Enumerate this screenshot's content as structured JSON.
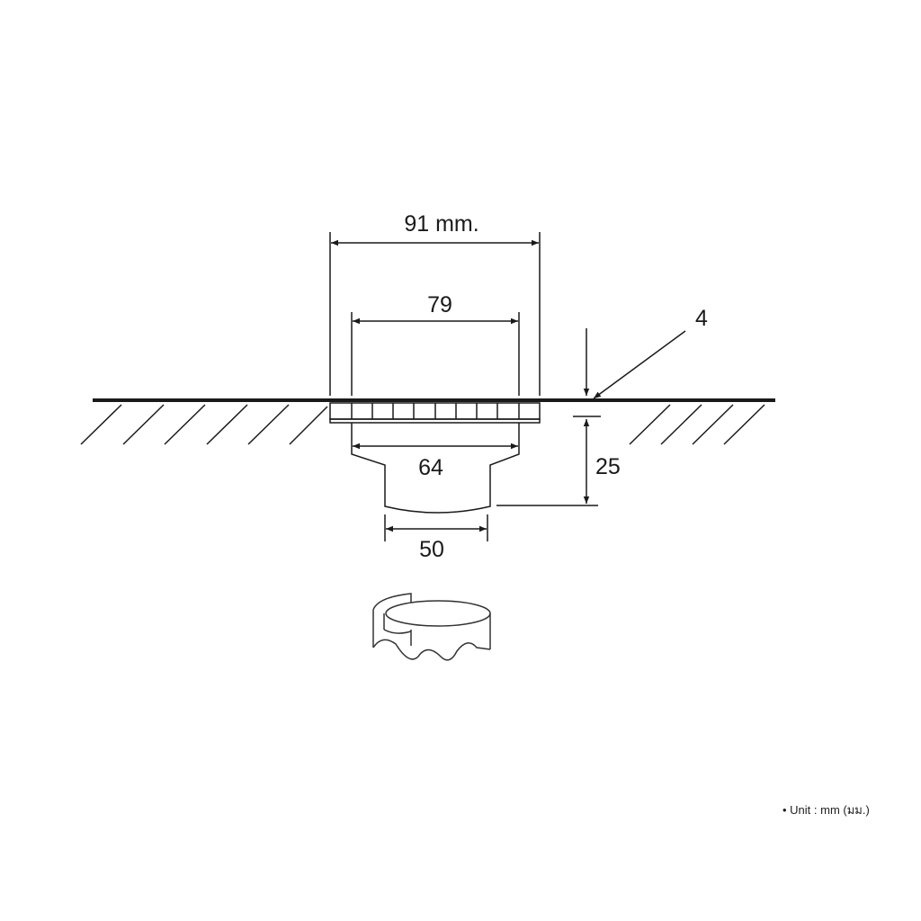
{
  "dimensions": {
    "outer_width": "91 mm.",
    "grate_width": "79",
    "body_width": "64",
    "outlet_width": "50",
    "depth": "25",
    "flange_thickness": "4"
  },
  "unit_note": "• Unit : mm (มม.)",
  "colors": {
    "line": "#1a1a1a",
    "background": "#ffffff"
  }
}
